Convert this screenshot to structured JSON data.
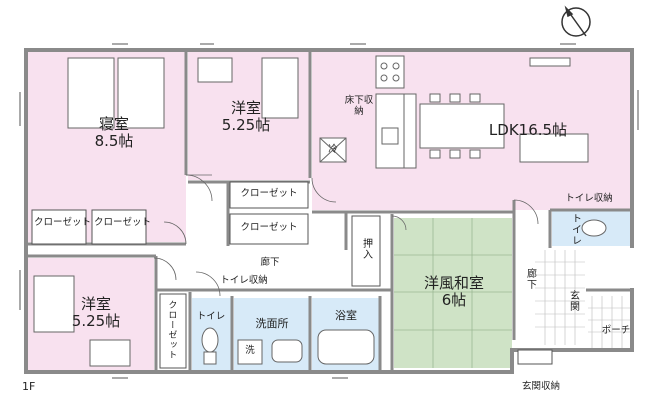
{
  "floor": "1F",
  "rooms": {
    "bedroom": {
      "name": "寝室",
      "size": "8.5帖"
    },
    "western1": {
      "name": "洋室",
      "size": "5.25帖"
    },
    "ldk": {
      "name": "LDK16.5帖"
    },
    "western2": {
      "name": "洋室",
      "size": "5.25帖"
    },
    "washitsu": {
      "name": "洋風和室",
      "size": "6帖"
    },
    "washroom": {
      "name": "洗面所"
    },
    "bath": {
      "name": "浴室"
    },
    "toilet": {
      "name": "トイレ"
    },
    "toilet2": {
      "name": "トイレ"
    },
    "genkan": {
      "name": "玄関"
    },
    "porch": {
      "name": "ポーチ"
    },
    "hall1": {
      "name": "廊下"
    },
    "hall2": {
      "name": "廊下"
    }
  },
  "storage": {
    "closet_a": "クローゼット",
    "closet_b": "クローゼット",
    "closet_c": "クローゼット",
    "closet_d": "クローゼット",
    "closet_e": "クローゼット",
    "underfloor": "床下収納",
    "oshiire": "押入",
    "toilet_storage": "トイレ収納",
    "toilet_storage2": "トイレ収納",
    "genkan_storage": "玄関収納"
  },
  "fixtures": {
    "fridge": "冷",
    "washer": "洗"
  },
  "colors": {
    "wall": "#8a8a8a",
    "pink": "#f8e1ef",
    "tatami": "#cfe3c6",
    "water": "#d7eaf8",
    "floor": "#ffffff"
  }
}
